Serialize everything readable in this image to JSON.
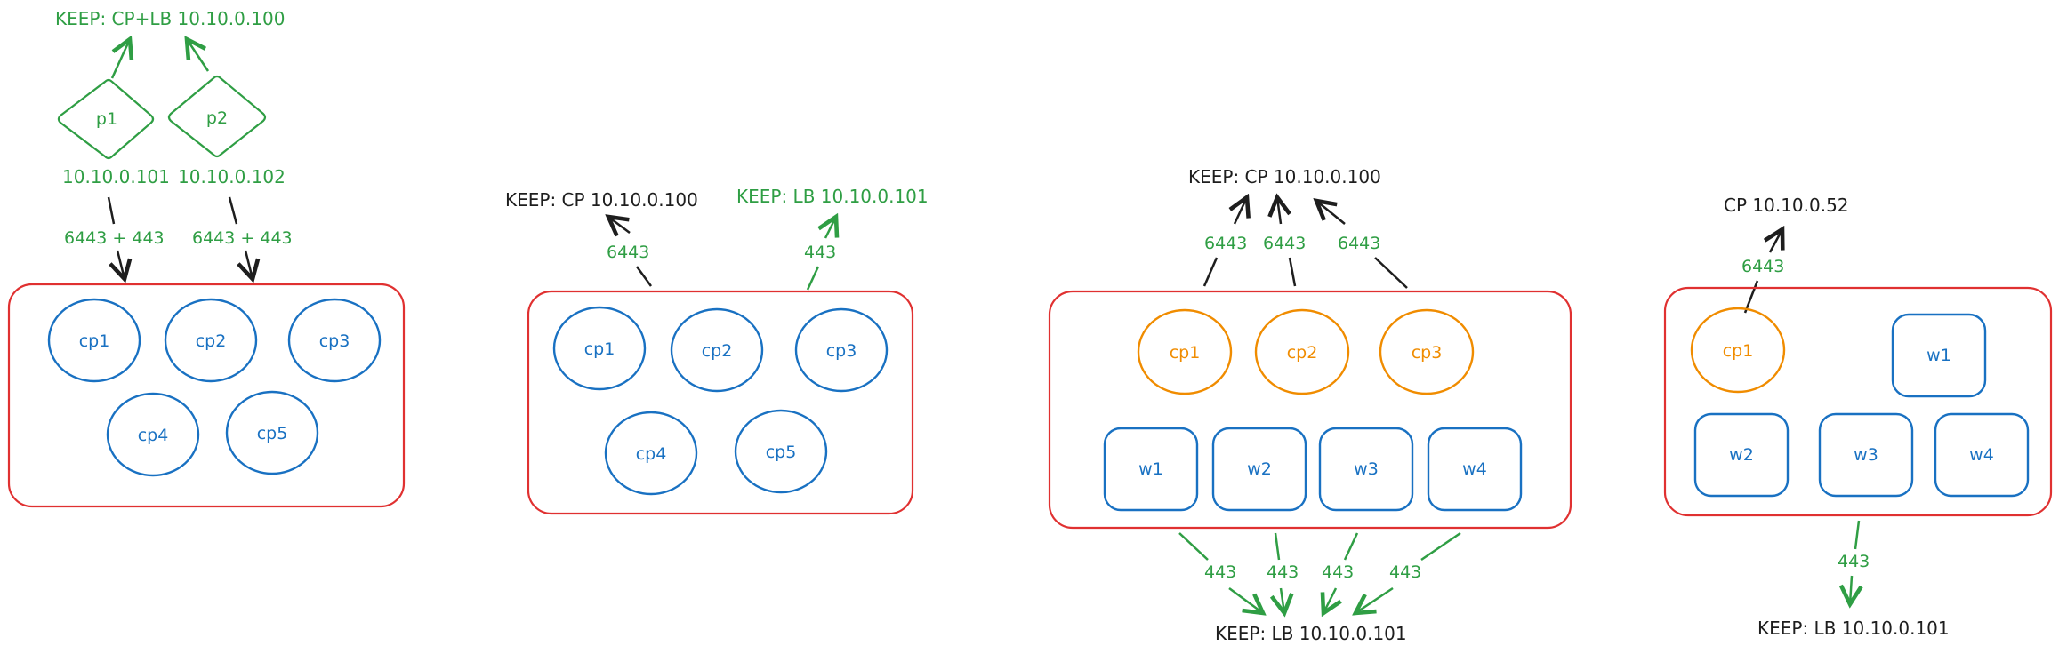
{
  "colors": {
    "border": "#e03131",
    "cp_node": "#1971c2",
    "cp_node_active": "#f08c00",
    "worker_node": "#1971c2",
    "keepalived": "#2f9e44",
    "arrow_black": "#1e1e1e"
  },
  "diagram1": {
    "keep_label": "KEEP: CP+LB 10.10.0.100",
    "proxy1": "p1",
    "proxy2": "p2",
    "ip1": "10.10.0.101",
    "ip2": "10.10.0.102",
    "ports1": "6443 + 443",
    "ports2": "6443 + 443",
    "nodes": [
      "cp1",
      "cp2",
      "cp3",
      "cp4",
      "cp5"
    ]
  },
  "diagram2": {
    "keep_cp": "KEEP: CP 10.10.0.100",
    "keep_lb": "KEEP: LB 10.10.0.101",
    "port_cp": "6443",
    "port_lb": "443",
    "nodes": [
      "cp1",
      "cp2",
      "cp3",
      "cp4",
      "cp5"
    ]
  },
  "diagram3": {
    "keep_cp": "KEEP: CP 10.10.0.100",
    "keep_lb": "KEEP: LB 10.10.0.101",
    "cp_ports": [
      "6443",
      "6443",
      "6443"
    ],
    "lb_ports": [
      "443",
      "443",
      "443",
      "443"
    ],
    "cp_nodes": [
      "cp1",
      "cp2",
      "cp3"
    ],
    "workers": [
      "w1",
      "w2",
      "w3",
      "w4"
    ]
  },
  "diagram4": {
    "cp_label": "CP 10.10.0.52",
    "keep_lb": "KEEP: LB 10.10.0.101",
    "port_cp": "6443",
    "port_lb": "443",
    "cp_nodes": [
      "cp1"
    ],
    "workers": [
      "w1",
      "w2",
      "w3",
      "w4"
    ]
  }
}
